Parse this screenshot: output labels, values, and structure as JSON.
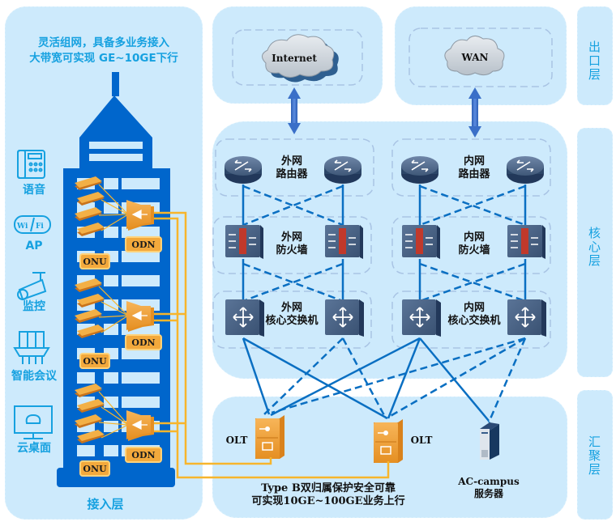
{
  "access_layer": {
    "headline": "灵活组网，具备多业务接入\n大带宽可实现 GE~10GE下行",
    "layer_label": "接入层",
    "services": [
      {
        "icon": "phone-icon",
        "label": "语音"
      },
      {
        "icon": "wifi-icon",
        "label": "AP"
      },
      {
        "icon": "camera-icon",
        "label": "监控"
      },
      {
        "icon": "conference-icon",
        "label": "智能会议"
      },
      {
        "icon": "cloud-desktop-icon",
        "label": "云桌面"
      }
    ],
    "groups": [
      {
        "onu_label": "ONU",
        "odn_label": "ODN"
      },
      {
        "onu_label": "ONU",
        "odn_label": "ODN"
      },
      {
        "onu_label": "ONU",
        "odn_label": "ODN"
      }
    ]
  },
  "egress_layer": {
    "label": "出口层",
    "clouds": [
      {
        "icon": "cloud-icon",
        "label": "Internet"
      },
      {
        "icon": "cloud-icon",
        "label": "WAN"
      }
    ]
  },
  "core_layer": {
    "label": "核心层",
    "external": {
      "router_label": "外网\n路由器",
      "firewall_label": "外网\n防火墙",
      "switch_label": "外网\n核心交换机"
    },
    "internal": {
      "router_label": "内网\n路由器",
      "firewall_label": "内网\n防火墙",
      "switch_label": "内网\n核心交换机"
    }
  },
  "aggregation_layer": {
    "label": "汇聚层",
    "olt_labels": [
      "OLT",
      "OLT"
    ],
    "note": "Type B双归属保护安全可靠\n可实现10GE~100GE业务上行",
    "server_label": "AC-campus\n服务器"
  },
  "colors": {
    "panel_bg": "#cdeafc",
    "accent_blue": "#0066cc",
    "label_blue": "#16a1e0",
    "link_blue": "#0a6fc2",
    "fiber_orange": "#f7b52c",
    "device_dark": "#3d5a80"
  }
}
